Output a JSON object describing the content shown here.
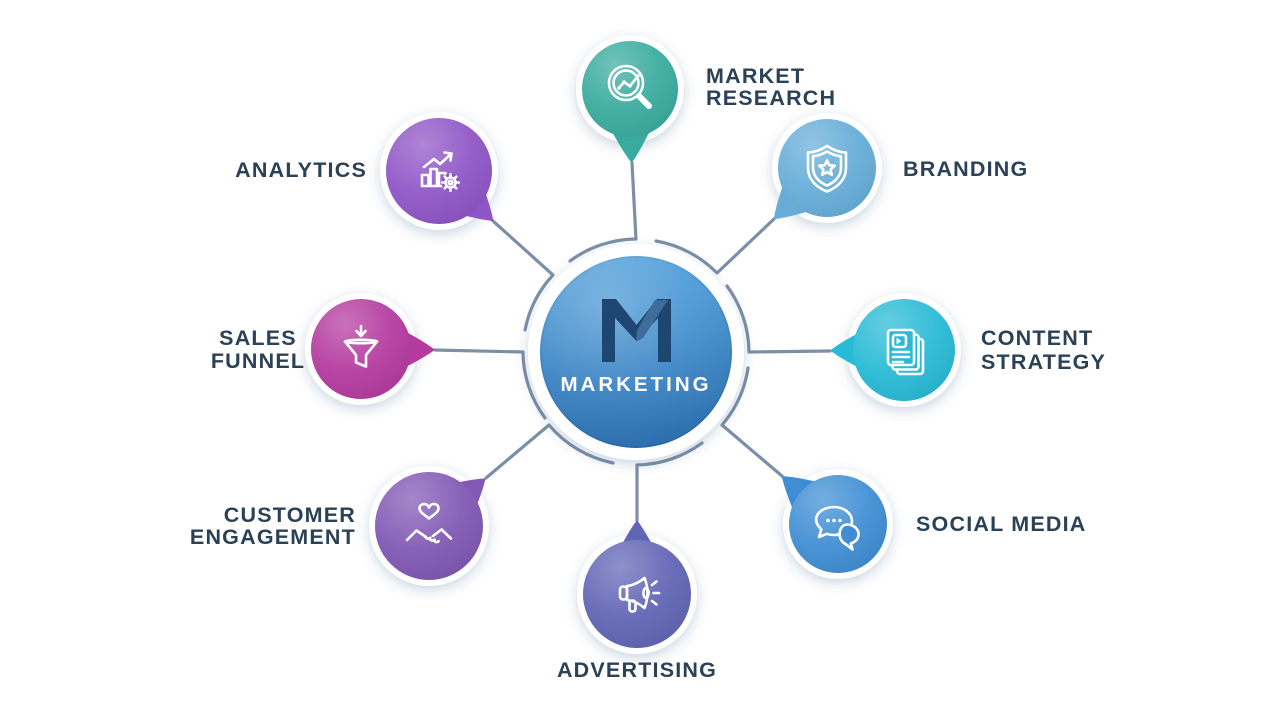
{
  "diagram": {
    "background": "#ffffff",
    "label_color": "#2b4156",
    "connector_color": "#72869e",
    "center": {
      "monogram": "M",
      "label": "MARKETING",
      "label_color": "#ffffff",
      "monogram_color": "#1d4770",
      "accent_color": "#3e6d9b",
      "gradient_top": "#4f9fdb",
      "gradient_bottom": "#2c72b6"
    },
    "nodes": [
      {
        "id": "market-research",
        "label": "MARKET RESEARCH",
        "line1": "MARKET",
        "line2": "RESEARCH",
        "icon": "magnifier-chart-icon",
        "color": "#39ab9e"
      },
      {
        "id": "branding",
        "label": "BRANDING",
        "line1": "BRANDING",
        "line2": "",
        "icon": "shield-star-icon",
        "color": "#66add8"
      },
      {
        "id": "content-strategy",
        "label": "CONTENT STRATEGY",
        "line1": "CONTENT",
        "line2": "STRATEGY",
        "icon": "documents-play-icon",
        "color": "#28bad6"
      },
      {
        "id": "social-media",
        "label": "SOCIAL MEDIA",
        "line1": "SOCIAL MEDIA",
        "line2": "",
        "icon": "chat-bubbles-icon",
        "color": "#3f8ed4"
      },
      {
        "id": "advertising",
        "label": "ADVERTISING",
        "line1": "ADVERTISING",
        "line2": "",
        "icon": "megaphone-icon",
        "color": "#6165b5"
      },
      {
        "id": "customer-engagement",
        "label": "CUSTOMER ENGAGEMENT",
        "line1": "CUSTOMER",
        "line2": "ENGAGEMENT",
        "icon": "handshake-heart-icon",
        "color": "#8158b4"
      },
      {
        "id": "sales-funnel",
        "label": "SALES FUNNEL",
        "line1": "SALES",
        "line2": "FUNNEL",
        "icon": "funnel-icon",
        "color": "#b43a9f"
      },
      {
        "id": "analytics",
        "label": "ANALYTICS",
        "line1": "ANALYTICS",
        "line2": "",
        "icon": "bar-chart-gear-icon",
        "color": "#8f55c6"
      }
    ]
  }
}
